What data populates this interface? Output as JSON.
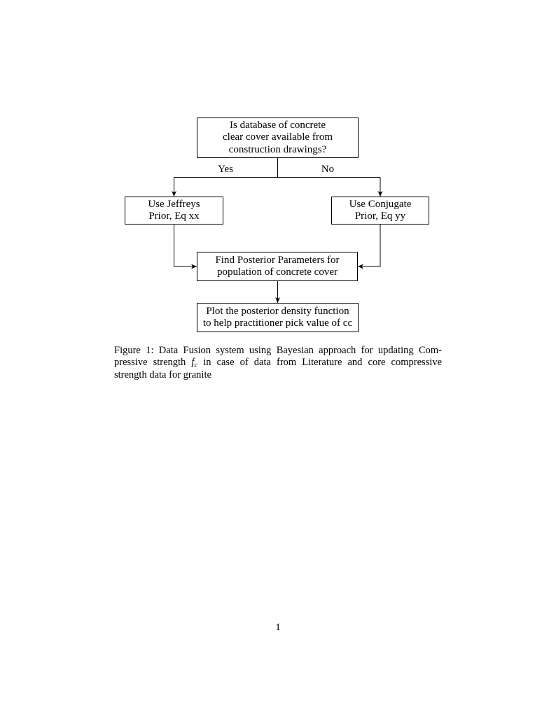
{
  "page": {
    "background_color": "#ffffff",
    "text_color": "#000000",
    "line_color": "#000000",
    "page_number": "1"
  },
  "flowchart": {
    "nodes": {
      "question": {
        "lines": [
          "Is database of concrete",
          "clear cover available from",
          "construction drawings?"
        ]
      },
      "jeffreys": {
        "lines": [
          "Use Jeffreys",
          "Prior, Eq xx"
        ]
      },
      "conjugate": {
        "lines": [
          "Use Conjugate",
          "Prior, Eq yy"
        ]
      },
      "posterior": {
        "lines": [
          "Find Posterior Parameters for",
          "population of concrete cover"
        ]
      },
      "plot": {
        "lines": [
          "Plot the posterior density function",
          "to help practitioner pick value of cc"
        ]
      }
    },
    "edge_labels": {
      "yes": "Yes",
      "no": "No"
    }
  },
  "caption": {
    "line1": "Figure 1: Data Fusion system using Bayesian approach for updating Com-",
    "line2_pre": "pressive strength",
    "math_var": "f",
    "math_sub": "c",
    "line2_post": "in case of data from Literature and core compressive",
    "line3": "strength data for granite"
  }
}
